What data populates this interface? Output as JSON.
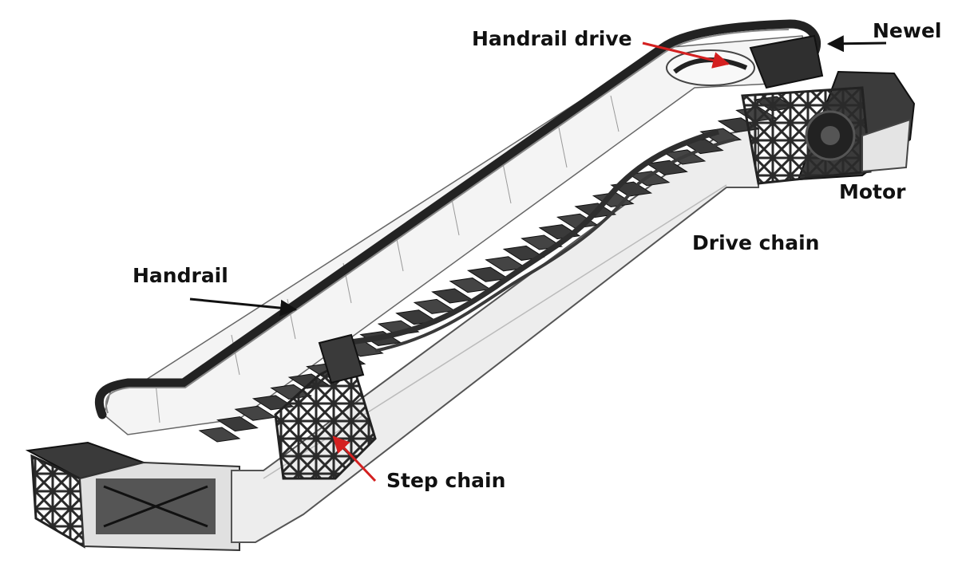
{
  "labels": {
    "handrail_drive": "Handrail drive",
    "newel": "Newel",
    "motor": "Motor",
    "drive_chain": "Drive chain",
    "handrail": "Handrail",
    "step_chain": "Step chain"
  },
  "colors": {
    "background": "#ffffff",
    "truss_fill": "#ededed",
    "machinery": "#2a2a2a",
    "step": "#3a3a3a",
    "handrail_band": "#222222",
    "black_arrow": "#111111",
    "red_arrow": "#d42020"
  }
}
